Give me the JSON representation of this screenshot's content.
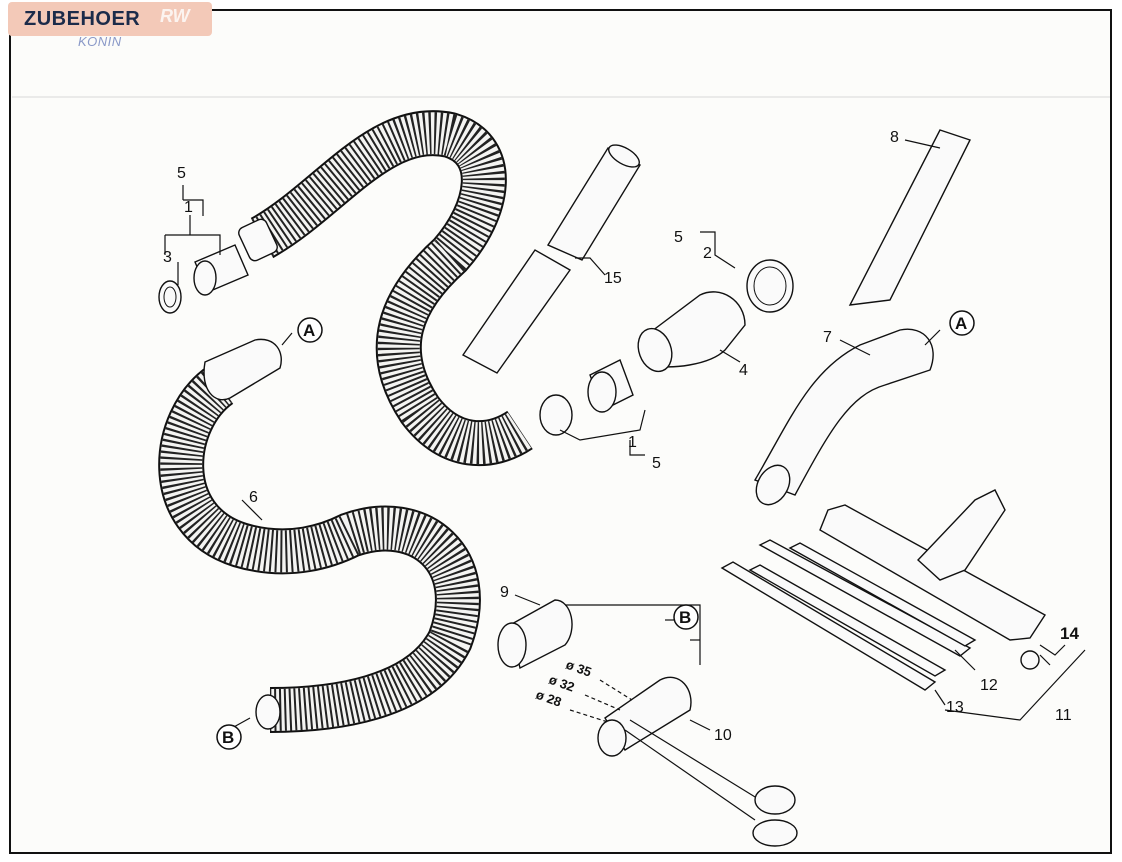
{
  "logo": {
    "text": "ZUBEHOER",
    "ghost_text": "RW",
    "subtext": "KONIN",
    "color": "#1b2b4a",
    "background": "#f3c9b8"
  },
  "diagram": {
    "connector_a": "A",
    "connector_b": "B",
    "callouts": {
      "c1_top": "1",
      "c5_top": "5",
      "c3": "3",
      "c15": "15",
      "c5_right": "5",
      "c2": "2",
      "c4": "4",
      "c1_mid": "1",
      "c5_mid": "5",
      "c8": "8",
      "c7": "7",
      "c6": "6",
      "c9": "9",
      "c10": "10",
      "c11": "11",
      "c12": "12",
      "c13": "13",
      "c14": "14"
    },
    "diameters": {
      "d35": "ø 35",
      "d32": "ø 32",
      "d28": "ø 28"
    }
  }
}
